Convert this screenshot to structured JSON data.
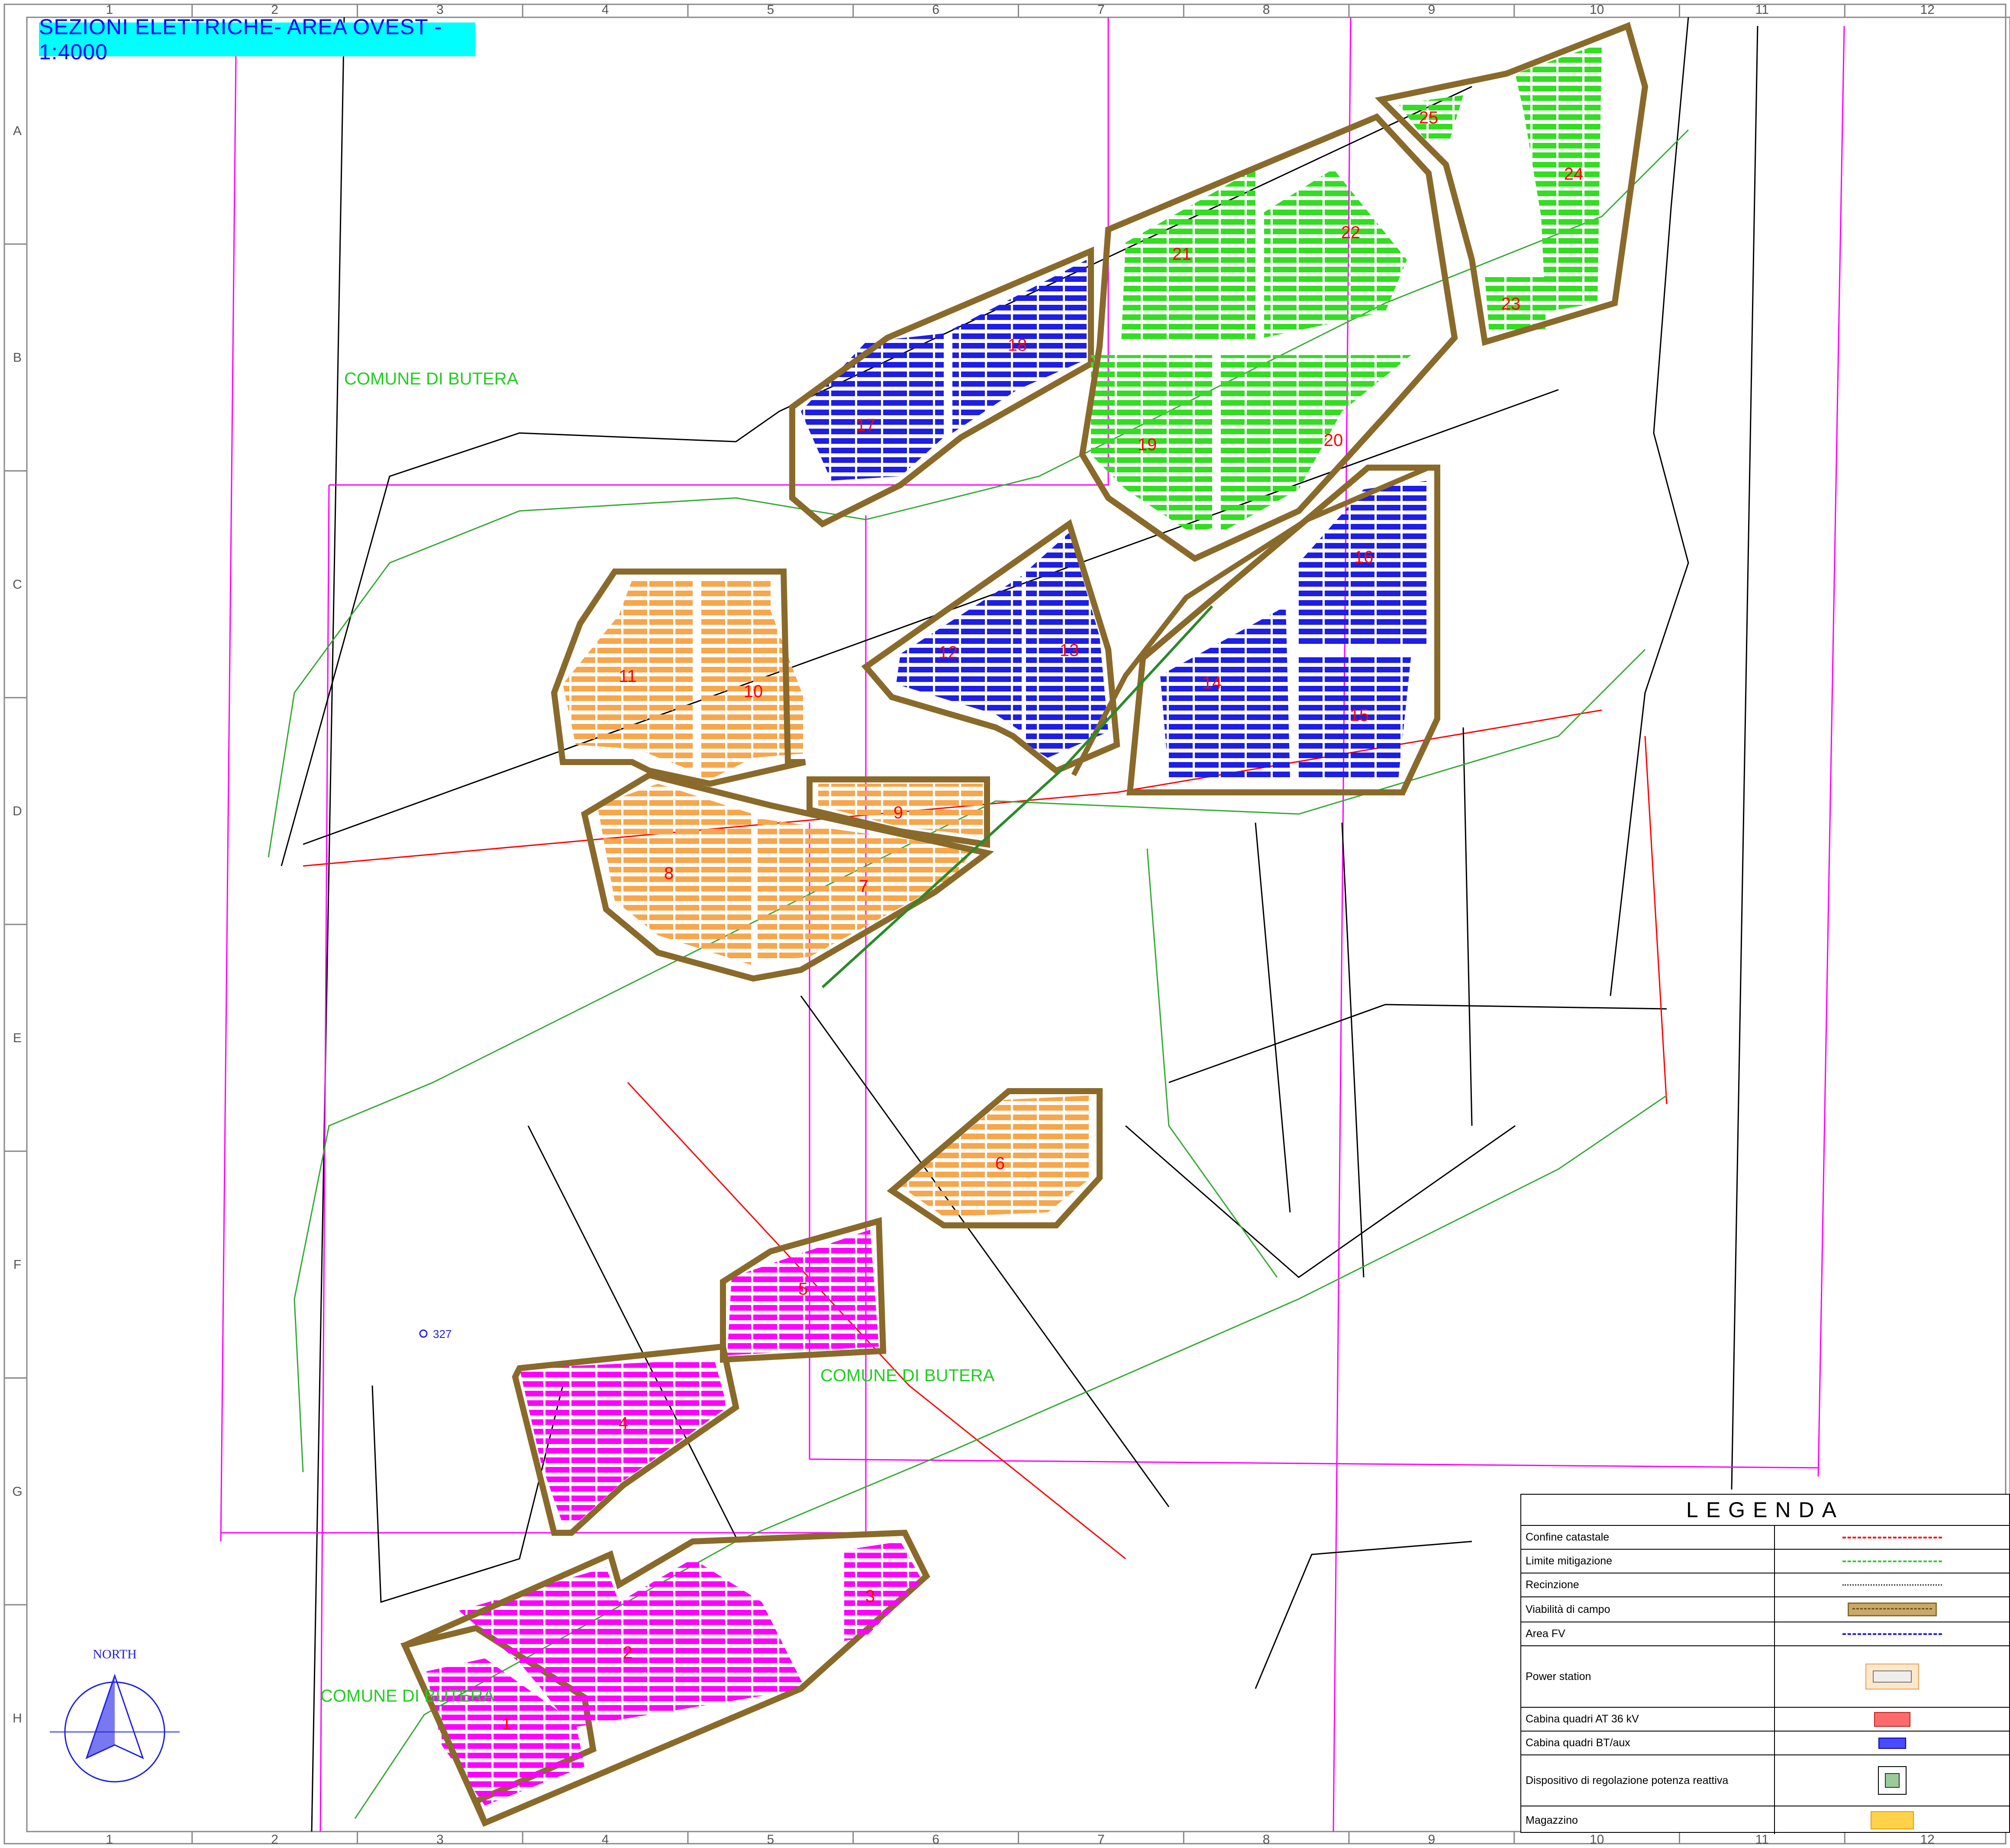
{
  "title": "SEZIONI ELETTRICHE- AREA OVEST - 1:4000",
  "grid": {
    "columns": [
      "1",
      "2",
      "3",
      "4",
      "5",
      "6",
      "7",
      "8",
      "9",
      "10",
      "11",
      "12"
    ],
    "rows": [
      "A",
      "B",
      "C",
      "D",
      "E",
      "F",
      "G",
      "H"
    ]
  },
  "municipality_labels": [
    "COMUNE DI BUTERA",
    "COMUNE DI BUTERA",
    "COMUNE DI BUTERA"
  ],
  "elevation_point": "327",
  "north_label": "NORTH",
  "colors": {
    "magenta_sections": "#ff00ff",
    "orange_sections": "#f7a64b",
    "blue_sections": "#1e1ee6",
    "green_sections": "#33dd22",
    "road": "#c8a96a",
    "title_bg": "#00ffff"
  },
  "sections": [
    {
      "id": "1",
      "color": "#ff00ff"
    },
    {
      "id": "2",
      "color": "#ff00ff"
    },
    {
      "id": "3",
      "color": "#ff00ff"
    },
    {
      "id": "4",
      "color": "#ff00ff"
    },
    {
      "id": "5",
      "color": "#ff00ff"
    },
    {
      "id": "6",
      "color": "#f7a64b"
    },
    {
      "id": "7",
      "color": "#f7a64b"
    },
    {
      "id": "8",
      "color": "#f7a64b"
    },
    {
      "id": "9",
      "color": "#f7a64b"
    },
    {
      "id": "10",
      "color": "#f7a64b"
    },
    {
      "id": "11",
      "color": "#f7a64b"
    },
    {
      "id": "12",
      "color": "#1e1ee6"
    },
    {
      "id": "13",
      "color": "#1e1ee6"
    },
    {
      "id": "14",
      "color": "#1e1ee6"
    },
    {
      "id": "15",
      "color": "#1e1ee6"
    },
    {
      "id": "16",
      "color": "#1e1ee6"
    },
    {
      "id": "17",
      "color": "#1e1ee6"
    },
    {
      "id": "18",
      "color": "#1e1ee6"
    },
    {
      "id": "19",
      "color": "#33dd22"
    },
    {
      "id": "20",
      "color": "#33dd22"
    },
    {
      "id": "21",
      "color": "#33dd22"
    },
    {
      "id": "22",
      "color": "#33dd22"
    },
    {
      "id": "23",
      "color": "#33dd22"
    },
    {
      "id": "24",
      "color": "#33dd22"
    },
    {
      "id": "25",
      "color": "#33dd22"
    }
  ],
  "legend": {
    "title": "LEGENDA",
    "items": [
      {
        "label": "Confine catastale",
        "symbol": "red-dashed-line"
      },
      {
        "label": "Limite mitigazione",
        "symbol": "green-dashed-line"
      },
      {
        "label": "Recinzione",
        "symbol": "fence-line"
      },
      {
        "label": "Viabilità di campo",
        "symbol": "road-strip"
      },
      {
        "label": "Area FV",
        "symbol": "blue-dashed-line"
      },
      {
        "label": "Power station",
        "symbol": "power-station-box"
      },
      {
        "label": "Cabina quadri AT 36 kV",
        "symbol": "red-box"
      },
      {
        "label": "Cabina quadri BT/aux",
        "symbol": "blue-box"
      },
      {
        "label": "Dispositivo di regolazione potenza reattiva",
        "symbol": "reactive-device-box"
      },
      {
        "label": "Magazzino",
        "symbol": "yellow-box"
      }
    ]
  }
}
